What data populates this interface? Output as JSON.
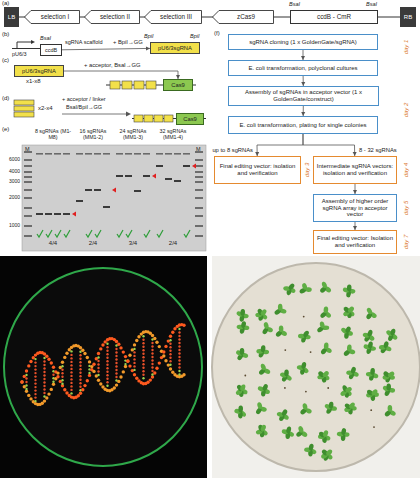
{
  "diagram": {
    "nodes": [
      {
        "text": [
          "LB"
        ]
      },
      {
        "text": [
          "selection I"
        ]
      },
      {
        "text": [
          "selection II"
        ]
      },
      {
        "text": [
          "selection III"
        ]
      },
      {
        "text": [
          "zCas9"
        ]
      },
      {
        "text": [
          "ccdB - CmR"
        ]
      },
      {
        "text": [
          "RB"
        ]
      },
      {
        "text": [
          "ccdB"
        ]
      },
      {
        "text": [
          "pU6/3sgRNA"
        ]
      },
      {
        "text": [
          "pU6/3sgRNA"
        ]
      },
      {
        "text": [
          "Cas9"
        ]
      },
      {
        "text": [
          "Cas9"
        ]
      },
      {
        "text": [
          "sgRNA cloning (1 x GoldenGate/sgRNA)"
        ]
      },
      {
        "text": [
          "E. coli transformation, polyclonal cultures"
        ]
      },
      {
        "text": [
          "Assembly of sgRNAs in acceptor vector (1 x GoldenGate/construct)"
        ]
      },
      {
        "text": [
          "E. coli transformation, plating for single colonies"
        ]
      },
      {
        "text": [
          "Final editing vector: isolation and verification"
        ]
      },
      {
        "text": [
          "Intermediate sgRNA vectors: isolation and verification"
        ]
      },
      {
        "text": [
          "Assembly of higher order sgRNA array in acceptor vector"
        ]
      },
      {
        "text": [
          "Final editing vector: Isolation and verification"
        ]
      }
    ],
    "edges": [
      {
        "from": 7,
        "to": 8,
        "label": "+ BpiI→GG",
        "arrow": "to"
      },
      {
        "from": 9,
        "to": 10,
        "label": "+ acceptor, BsaI→GG",
        "arrow": "to"
      },
      {
        "from": 12,
        "to": 13,
        "arrow": "to"
      },
      {
        "from": 13,
        "to": 14,
        "arrow": "to"
      },
      {
        "from": 14,
        "to": 15,
        "arrow": "to"
      },
      {
        "from": 15,
        "to": 16,
        "label": "up to 8 sgRNAs",
        "arrow": "to"
      },
      {
        "from": 15,
        "to": 17,
        "label": "8 - 32 sgRNAs",
        "arrow": "to"
      },
      {
        "from": 17,
        "to": 18,
        "arrow": "to"
      },
      {
        "from": 18,
        "to": 19,
        "arrow": "to"
      }
    ],
    "labels": [
      "(a)",
      "BsaI",
      "BsaI",
      "(b)",
      "pU6/3",
      "BsaI",
      "sgRNA scaffold",
      "BpiI",
      "BpiI",
      "(c)",
      "x1-x8",
      "(d)",
      "x2-x4",
      "+ acceptor / linker",
      "BsaI/BpiI→GG",
      "(e)",
      "8 sgRNAs (M1-M8)",
      "16 sgRNAs (MM1-2)",
      "24 sgRNAs (MM1-3)",
      "32 sgRNAs (MM1-4)",
      "M",
      "M",
      "6000",
      "4000",
      "3000",
      "2000",
      "1000",
      "4/4",
      "2/4",
      "3/4",
      "2/4",
      "(f)",
      "day 1",
      "day 2",
      "day 3",
      "day 4",
      "day 5",
      "day 7"
    ]
  }
}
